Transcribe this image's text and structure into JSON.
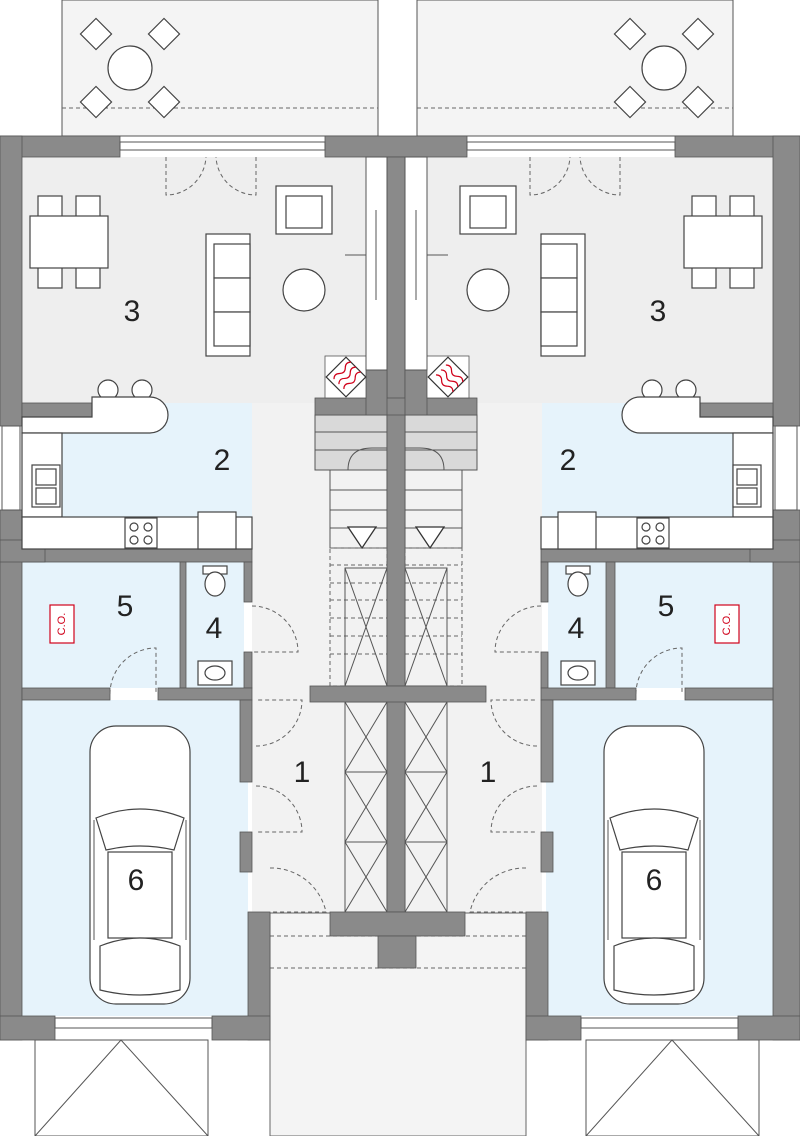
{
  "plan": {
    "colors": {
      "wall": "#8a8a8a",
      "living_floor": "#eeeeee",
      "wet_floor": "#e6f3fb",
      "hall_floor": "#f2f2f2",
      "terrace": "#f4f4f4",
      "stair_dark": "#d9d9d9",
      "co_label": "#d0021b"
    },
    "left_unit": {
      "rooms": [
        {
          "id": "living",
          "number": "3"
        },
        {
          "id": "kitchen",
          "number": "2"
        },
        {
          "id": "boiler",
          "number": "5"
        },
        {
          "id": "wc",
          "number": "4"
        },
        {
          "id": "hall",
          "number": "1"
        },
        {
          "id": "garage",
          "number": "6"
        }
      ],
      "co_label": "C.O."
    },
    "right_unit": {
      "rooms": [
        {
          "id": "living",
          "number": "3"
        },
        {
          "id": "kitchen",
          "number": "2"
        },
        {
          "id": "boiler",
          "number": "5"
        },
        {
          "id": "wc",
          "number": "4"
        },
        {
          "id": "hall",
          "number": "1"
        },
        {
          "id": "garage",
          "number": "6"
        }
      ],
      "co_label": "C.O."
    }
  }
}
